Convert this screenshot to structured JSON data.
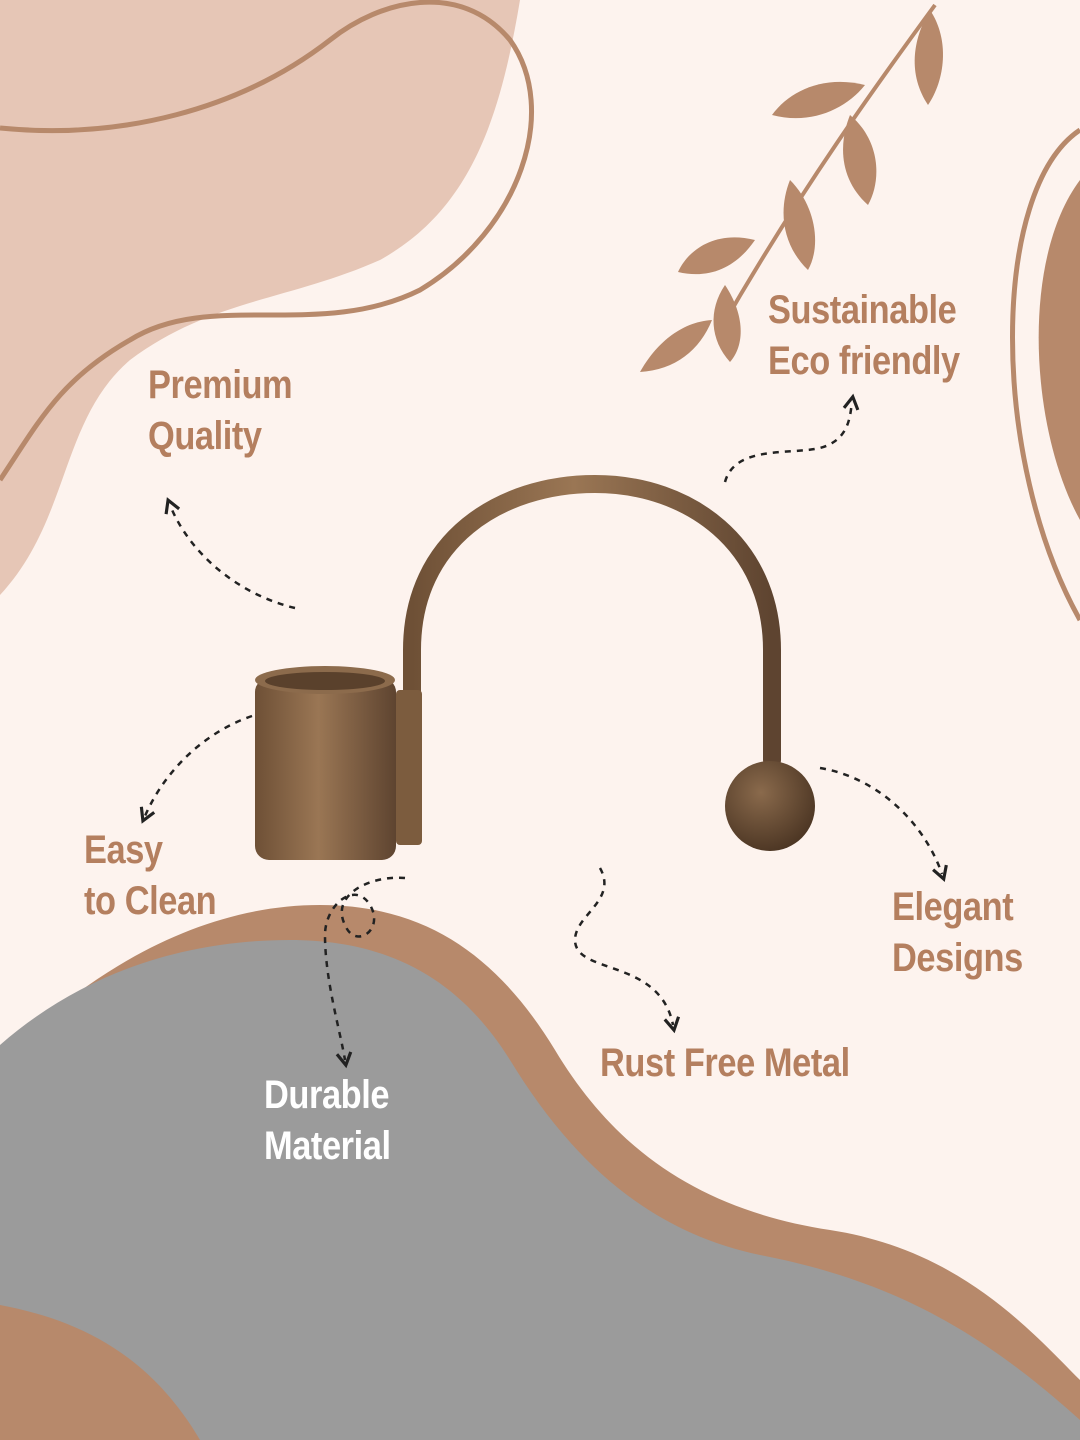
{
  "colors": {
    "background": "#fdf3ee",
    "accent_brown": "#b7896b",
    "light_pink": "#e6c6b6",
    "gray": "#9b9b9b",
    "label_brown": "#b47f5f",
    "label_white": "#ffffff",
    "metal_bronze": "#8a6746"
  },
  "features": {
    "premium_quality": {
      "line1": "Premium",
      "line2": "Quality"
    },
    "sustainable": {
      "line1": "Sustainable",
      "line2": "Eco friendly"
    },
    "easy_clean": {
      "line1": "Easy",
      "line2": "to Clean"
    },
    "elegant": {
      "line1": "Elegant",
      "line2": "Designs"
    },
    "rust_free": {
      "line1": "Rust Free Metal"
    },
    "durable": {
      "line1": "Durable",
      "line2": "Material"
    }
  },
  "icons": {
    "leaf_branch": "leaf-branch-icon",
    "product": "candle-holder-product",
    "arrows": "dashed-arrow-icon"
  }
}
